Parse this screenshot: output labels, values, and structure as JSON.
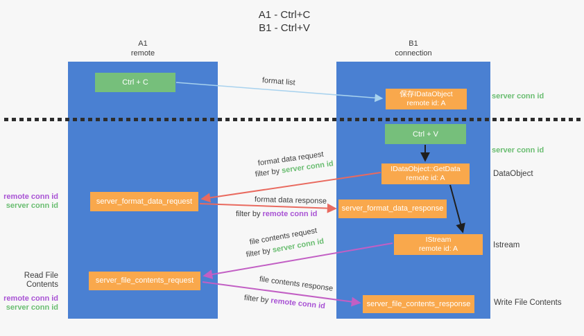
{
  "title": {
    "line1": "A1 - Ctrl+C",
    "line2": "B1 - Ctrl+V"
  },
  "columns": {
    "left": {
      "name": "A1",
      "role": "remote"
    },
    "right": {
      "name": "B1",
      "role": "connection"
    }
  },
  "nodes": {
    "ctrl_c": "Ctrl + C",
    "ctrl_v": "Ctrl + V",
    "save_dataobject_line1": "保存IDataObject",
    "save_dataobject_line2": "remote id: A",
    "getdata_line1": "IDataObject::GetData",
    "getdata_line2": "remote id: A",
    "istream_line1": "IStream",
    "istream_line2": "remote id: A",
    "server_format_data_request": "server_format_data_request",
    "server_format_data_response": "server_format_data_response",
    "server_file_contents_request": "server_file_contents_request",
    "server_file_contents_response": "server_file_contents_response"
  },
  "labels": {
    "format_list": "format list",
    "format_data_request": "format data request",
    "format_data_response": "format data response",
    "file_contents_request": "file contents request",
    "file_contents_response": "file contents response",
    "filter_by": "filter by",
    "server_conn_id": "server conn id",
    "remote_conn_id": "remote conn id",
    "read_file_contents": "Read File Contents",
    "write_file_contents": "Write File Contents",
    "dataobject": "DataObject",
    "istream": "Istream"
  },
  "colors": {
    "background": "#f7f7f7",
    "lifeline_blue": "#4a80d2",
    "box_green": "#76bf7b",
    "box_orange": "#f9a84c",
    "arrow_red": "#e96a5f",
    "arrow_magenta": "#c25fc4",
    "arrow_light_blue": "#a8d2ee",
    "arrow_black": "#1f1f1f",
    "text_green": "#6abd71",
    "text_purple": "#a852d4",
    "text_dark": "#3c3c3c"
  }
}
